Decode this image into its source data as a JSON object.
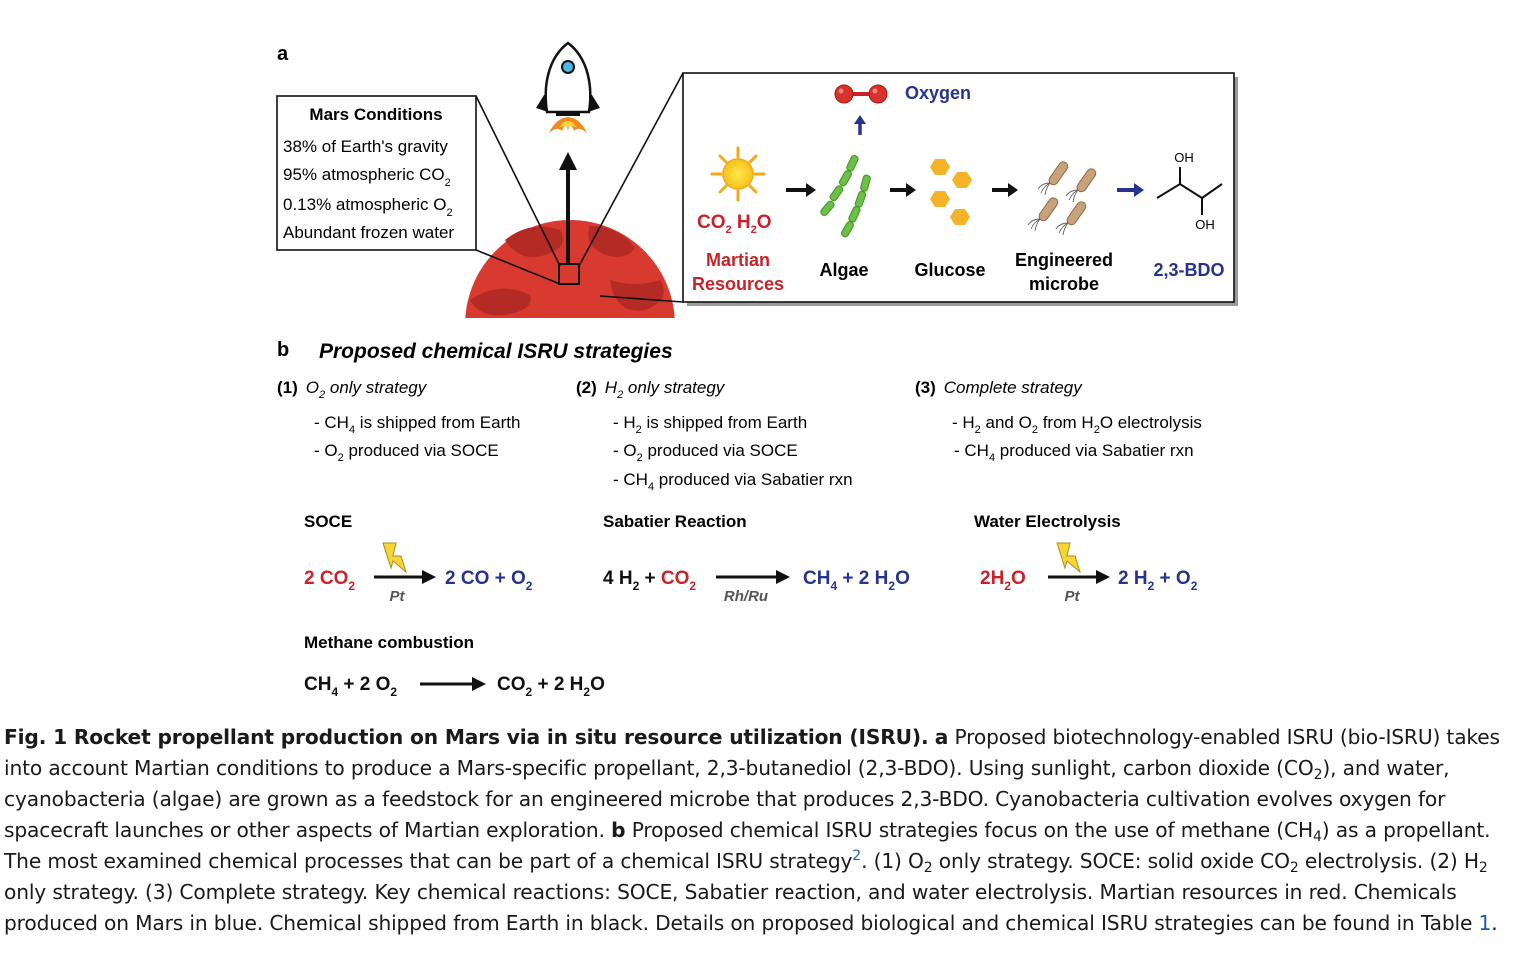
{
  "panel_a": {
    "label": "a",
    "mars_box": {
      "title": "Mars Conditions",
      "line1": "38% of Earth's gravity",
      "line2": "95% atmospheric CO",
      "line2_sub": "2",
      "line3": "0.13% atmospheric O",
      "line3_sub": "2",
      "line4": "Abundant frozen water"
    },
    "oxygen_label": "Oxygen",
    "co2_text": "CO",
    "h2o_h": "H",
    "h2o_o": "O",
    "sub2": "2",
    "martian_line1": "Martian",
    "martian_line2": "Resources",
    "algae": "Algae",
    "glucose": "Glucose",
    "microbe_line1": "Engineered",
    "microbe_line2": "microbe",
    "bdo": "2,3-BDO",
    "oh_top": "OH",
    "oh_bottom": "OH"
  },
  "panel_b": {
    "label": "b",
    "title": "Proposed chemical ISRU strategies",
    "s1_num": "(1)",
    "s1_title_a": "O",
    "s1_title_b": " only strategy",
    "s1_b1a": "- CH",
    "s1_b1b": " is shipped from Earth",
    "s1_b2a": "- O",
    "s1_b2b": " produced via SOCE",
    "s2_num": "(2)",
    "s2_title_a": "H",
    "s2_title_b": " only strategy",
    "s2_b1a": "- H",
    "s2_b1b": " is shipped from Earth",
    "s2_b2a": "- O",
    "s2_b2b": " produced via SOCE",
    "s2_b3a": "- CH",
    "s2_b3b": " produced via Sabatier rxn",
    "s3_num": "(3)",
    "s3_title": "Complete strategy",
    "s3_b1a": "- H",
    "s3_b1b": " and O",
    "s3_b1c": " from H",
    "s3_b1d": "O electrolysis",
    "s3_b2a": "- CH",
    "s3_b2b": " produced via Sabatier rxn",
    "sub4": "4",
    "soce": "SOCE",
    "sabatier": "Sabatier Reaction",
    "electrolysis": "Water Electrolysis",
    "methane": "Methane combustion",
    "pt": "Pt",
    "rhru": "Rh/Ru"
  },
  "caption": {
    "fig_label": "Fig. 1 Rocket propellant production on Mars via in situ resource utilization (ISRU).",
    "a_label": "a",
    "a_text_1": " Proposed biotechnology-enabled ISRU (bio-ISRU) takes into account Martian conditions to produce a Mars-specific propellant, 2,3-butanediol (2,3-BDO). Using sunlight, carbon dioxide (CO",
    "a_text_2": "), and water, cyanobacteria (algae) are grown as a feedstock for an engineered microbe that produces 2,3-BDO. Cyanobacteria cultivation evolves oxygen for spacecraft launches or other aspects of Martian exploration.",
    "b_label": "b",
    "b_text_1": " Proposed chemical ISRU strategies focus on the use of methane (CH",
    "b_text_2": ") as a propellant. The most examined chemical processes that can be part of a chemical ISRU strategy",
    "ref2": "2",
    "b_text_3": ". (1) O",
    "b_text_4": " only strategy. SOCE: solid oxide CO",
    "b_text_5": " electrolysis. (2) H",
    "b_text_6": " only strategy. (3) Complete strategy. Key chemical reactions: SOCE, Sabatier reaction, and water electrolysis. Martian resources in red. Chemicals produced on Mars in blue. Chemical shipped from Earth in black. Details on proposed biological and chemical ISRU strategies can be found in Table ",
    "table_ref": "1",
    "end": ".",
    "sub_2": "2",
    "sub_4": "4"
  }
}
